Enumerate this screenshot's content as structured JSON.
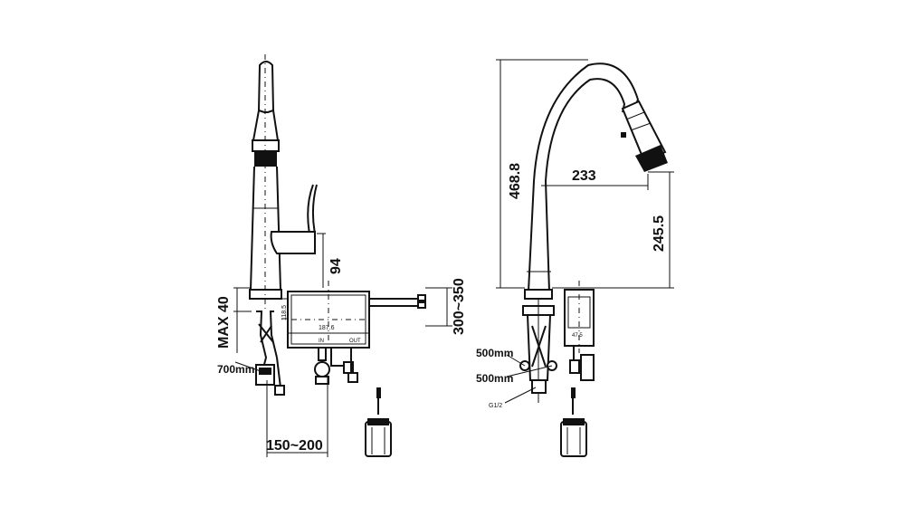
{
  "colors": {
    "line": "#111111",
    "background": "#ffffff"
  },
  "left_view": {
    "dim_max": "MAX 40",
    "dim_94": "94",
    "dim_hose": "700mm",
    "dim_range": "150~200",
    "dim_height": "300~350",
    "box_label_a": "118.5",
    "box_label_b": "187.6",
    "label_in": "IN",
    "label_out": "OUT"
  },
  "right_view": {
    "dim_total": "468.8",
    "dim_reach": "233",
    "dim_spout": "245.5",
    "dim_hose_1": "500mm",
    "dim_hose_2": "500mm",
    "dim_thread": "G1/2",
    "box_label": "47.5"
  }
}
